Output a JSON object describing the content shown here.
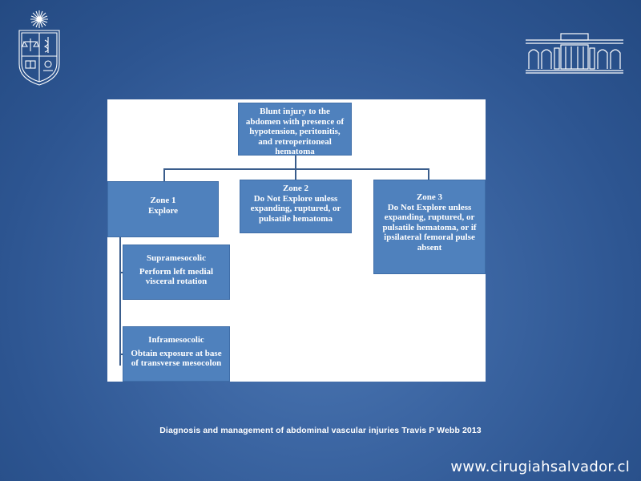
{
  "diagram": {
    "root": "Blunt injury to the abdomen with presence of hypotension, peritonitis, and retroperitoneal hematoma",
    "zone1": {
      "title": "Zone 1",
      "text": "Explore"
    },
    "zone2": {
      "title": "Zone 2",
      "text": "Do Not Explore unless expanding, ruptured, or pulsatile hematoma"
    },
    "zone3": {
      "title": "Zone 3",
      "text": "Do Not Explore unless expanding, ruptured, or pulsatile hematoma, or if ipsilateral femoral pulse absent"
    },
    "supramesocolic": {
      "title": "Supramesocolic",
      "text": "Perform left medial visceral rotation"
    },
    "inframesocolic": {
      "title": "Inframesocolic",
      "text": "Obtain exposure at base of transverse mesocolon"
    }
  },
  "caption": "Diagnosis and management of abdominal vascular injuries Travis P Webb   2013",
  "website": "www.cirugiahsalvador.cl",
  "colors": {
    "background": "#2d5591",
    "box_fill": "#4f81bd",
    "connector": "#3a5d8c",
    "panel": "#ffffff"
  },
  "icons": [
    "university-crest-logo",
    "hospital-building-logo"
  ]
}
